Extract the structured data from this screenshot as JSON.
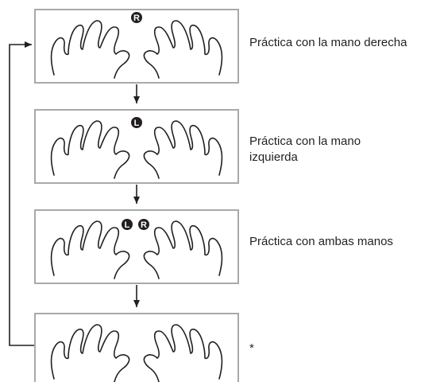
{
  "steps": [
    {
      "badges": [
        "R"
      ],
      "label": "Práctica con la mano derecha"
    },
    {
      "badges": [
        "L"
      ],
      "label_line1": "Práctica con la mano",
      "label_line2": "izquierda"
    },
    {
      "badges": [
        "L",
        "R"
      ],
      "label": "Práctica con ambas manos"
    },
    {
      "badges": [],
      "label": "*"
    }
  ],
  "colors": {
    "box_border": "#a7a9ac",
    "line": "#231f20",
    "badge_fill": "#231f20",
    "badge_text": "#ffffff"
  },
  "icons": {
    "hands": "hands-icon",
    "arrow": "arrow-down-icon",
    "loop": "loop-back-arrow"
  }
}
